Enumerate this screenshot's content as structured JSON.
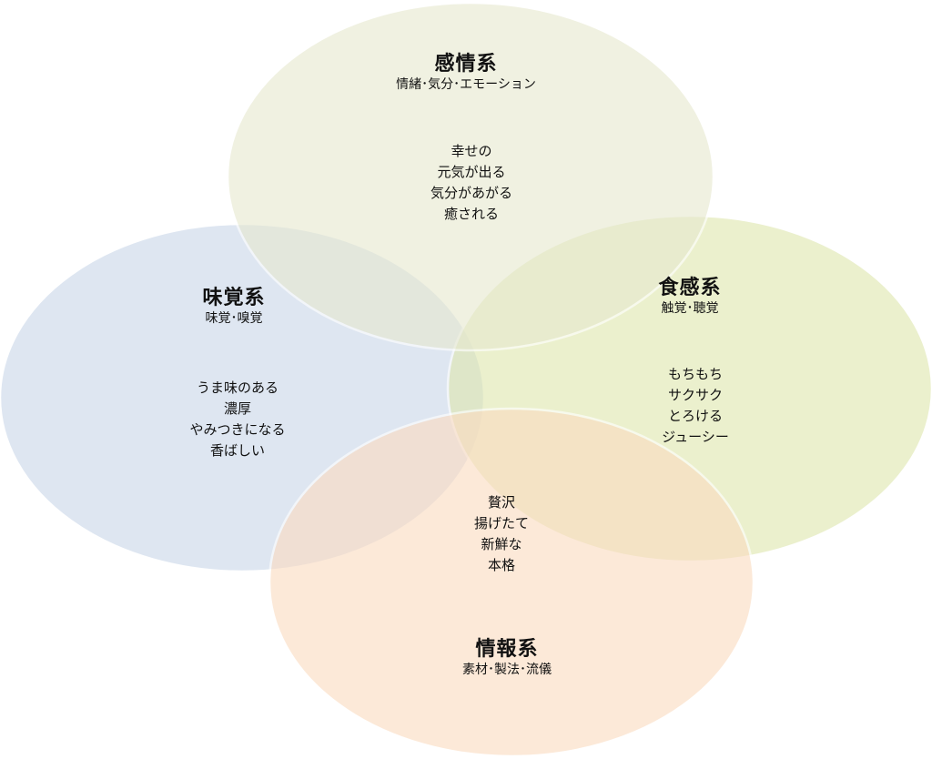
{
  "circles": {
    "emotion": {
      "title": "感情系",
      "subtitle": "情緒･気分･エモーション",
      "words": [
        "幸せの",
        "元気が出る",
        "気分があがる",
        "癒される"
      ],
      "color": "#e7e9d0"
    },
    "taste": {
      "title": "味覚系",
      "subtitle": "味覚･嗅覚",
      "words": [
        "うま味のある",
        "濃厚",
        "やみつきになる",
        "香ばしい"
      ],
      "color": "#cad8ea"
    },
    "texture": {
      "title": "食感系",
      "subtitle": "触覚･聴覚",
      "words": [
        "もちもち",
        "サクサク",
        "とろける",
        "ジューシー"
      ],
      "color": "#dfe7b0"
    },
    "info": {
      "title": "情報系",
      "subtitle": "素材･製法･流儀",
      "words": [
        "贅沢",
        "揚げたて",
        "新鮮な",
        "本格"
      ],
      "color": "#fbdcc1"
    }
  }
}
